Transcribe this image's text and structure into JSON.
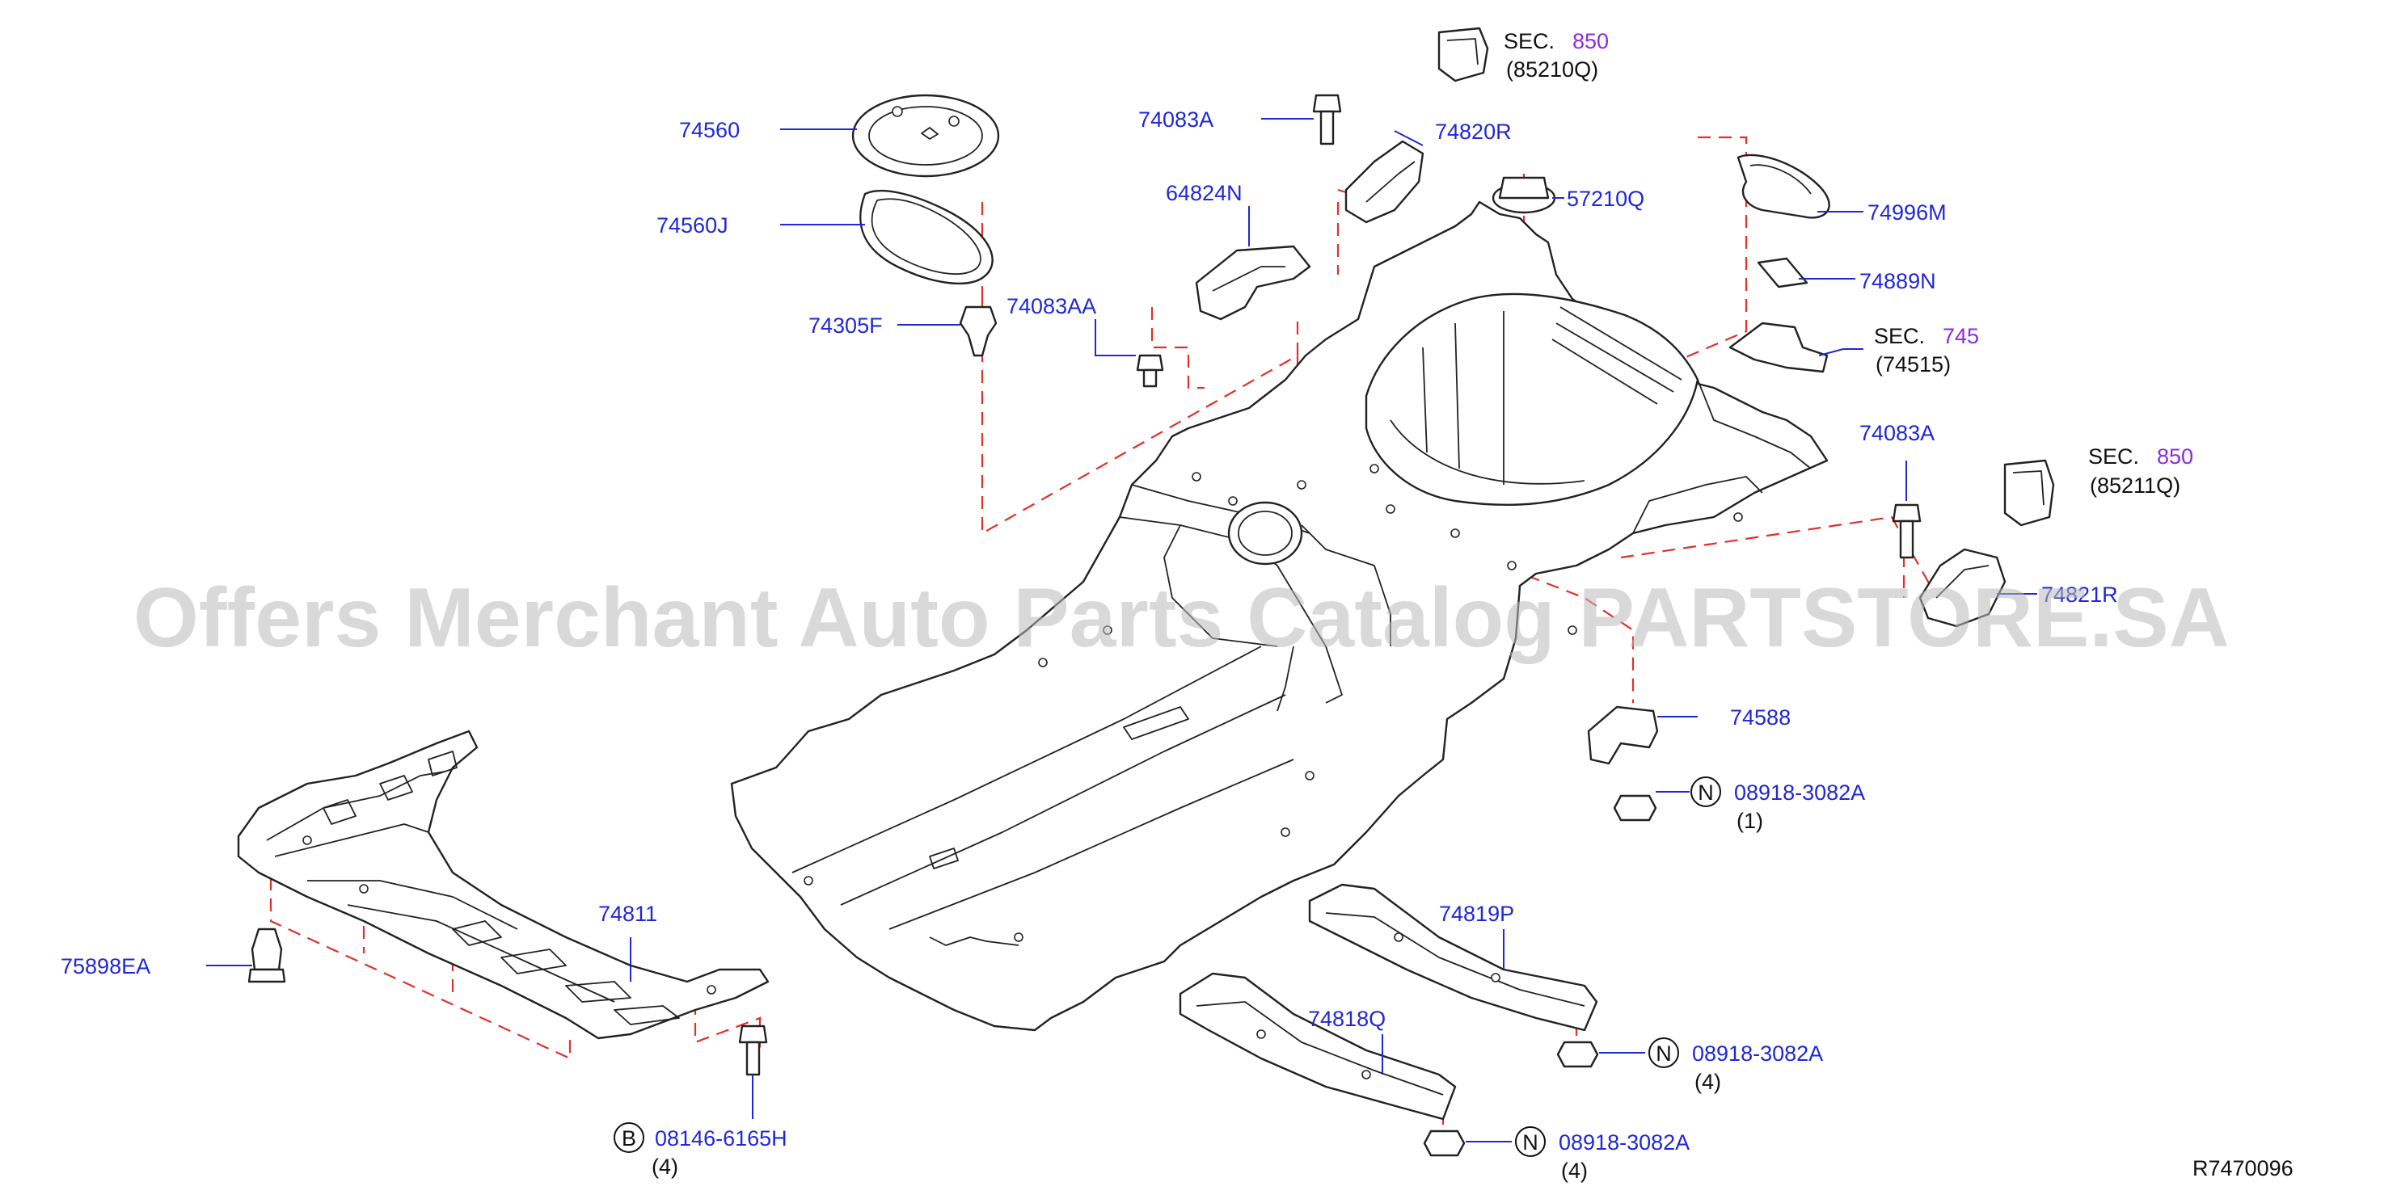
{
  "diagram_code": "R7470096",
  "watermark": "Offers Merchant Auto Parts Catalog PARTSTORE.SA",
  "colors": {
    "part_number": "#1f27d8",
    "section_number": "#8a2be2",
    "text": "#111111",
    "hidden_line": "#e0302a",
    "watermark": "#b9b9b9"
  },
  "labels": {
    "p74560": "74560",
    "p74560J": "74560J",
    "p74305F": "74305F",
    "p74083AA": "74083AA",
    "p74083A_top": "74083A",
    "p64824N": "64824N",
    "p74820R": "74820R",
    "p57210Q": "57210Q",
    "p74996M": "74996M",
    "p74889N": "74889N",
    "p74083A_right": "74083A",
    "p74821R": "74821R",
    "p74588": "74588",
    "p74811": "74811",
    "p75898EA": "75898EA",
    "p74819P": "74819P",
    "p74818Q": "74818Q"
  },
  "sections": [
    {
      "prefix": "SEC.",
      "number": "850",
      "ref": "(85210Q)"
    },
    {
      "prefix": "SEC.",
      "number": "745",
      "ref": "(74515)"
    },
    {
      "prefix": "SEC.",
      "number": "850",
      "ref": "(85211Q)"
    }
  ],
  "fasteners": [
    {
      "symbol": "N",
      "part": "08918-3082A",
      "qty": "(1)"
    },
    {
      "symbol": "N",
      "part": "08918-3082A",
      "qty": "(4)"
    },
    {
      "symbol": "N",
      "part": "08918-3082A",
      "qty": "(4)"
    },
    {
      "symbol": "B",
      "part": "08146-6165H",
      "qty": "(4)"
    }
  ],
  "icons": [
    "fastener-n-circle-icon",
    "bolt-b-circle-icon"
  ]
}
